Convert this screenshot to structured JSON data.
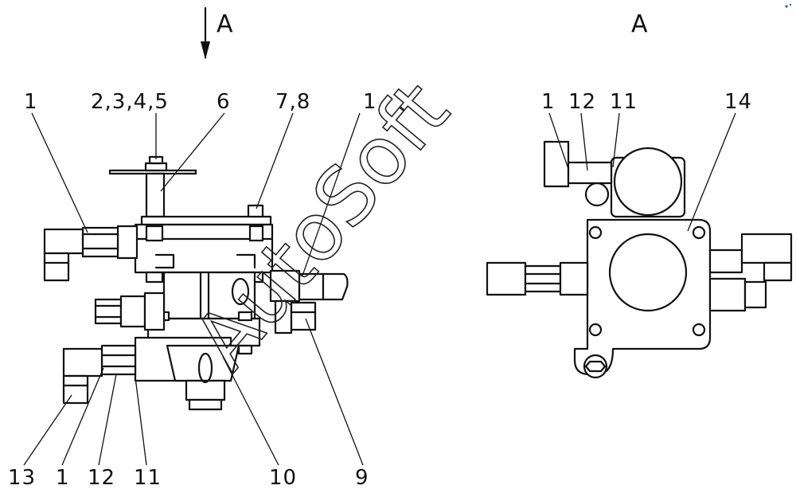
{
  "views": {
    "left_title": "A",
    "right_title": "A"
  },
  "watermark": "AutoSoft",
  "callouts_left": [
    {
      "id": "lt-1a",
      "text": "1"
    },
    {
      "id": "lt-2345",
      "text": "2,3,4,5"
    },
    {
      "id": "lt-6",
      "text": "6"
    },
    {
      "id": "lt-78",
      "text": "7,8"
    },
    {
      "id": "lt-1b",
      "text": "1"
    },
    {
      "id": "lb-13",
      "text": "13"
    },
    {
      "id": "lb-1",
      "text": "1"
    },
    {
      "id": "lb-12",
      "text": "12"
    },
    {
      "id": "lb-11",
      "text": "11"
    },
    {
      "id": "lb-10",
      "text": "10"
    },
    {
      "id": "lb-9",
      "text": "9"
    }
  ],
  "callouts_right": [
    {
      "id": "rt-1",
      "text": "1"
    },
    {
      "id": "rt-12",
      "text": "12"
    },
    {
      "id": "rt-11",
      "text": "11"
    },
    {
      "id": "rt-14",
      "text": "14"
    }
  ],
  "colors": {
    "line": "#111111",
    "background": "#ffffff"
  }
}
